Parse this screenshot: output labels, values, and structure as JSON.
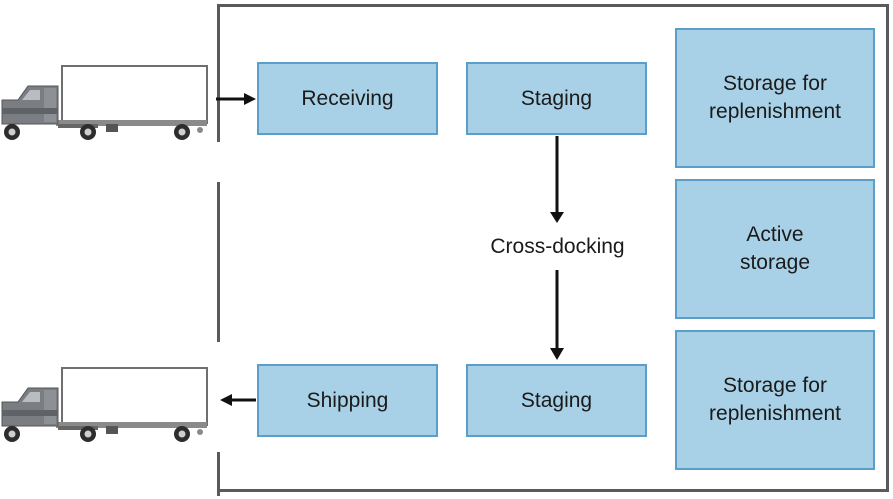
{
  "boxes": {
    "receiving": "Receiving",
    "staging_top": "Staging",
    "staging_bottom": "Staging",
    "shipping": "Shipping",
    "storage_top": "Storage for replenishment",
    "active_storage": "Active storage",
    "storage_bottom": "Storage for replenishment"
  },
  "cross_docking": "Cross-docking",
  "colors": {
    "box_fill": "#a8d1e7",
    "box_border": "#5b9fc9",
    "wall": "#5a5a5a",
    "truck_cab": "#7a7d82"
  },
  "icons": [
    "truck-icon-inbound",
    "truck-icon-outbound",
    "arrow-right-icon",
    "arrow-left-icon",
    "arrow-down-icon"
  ]
}
